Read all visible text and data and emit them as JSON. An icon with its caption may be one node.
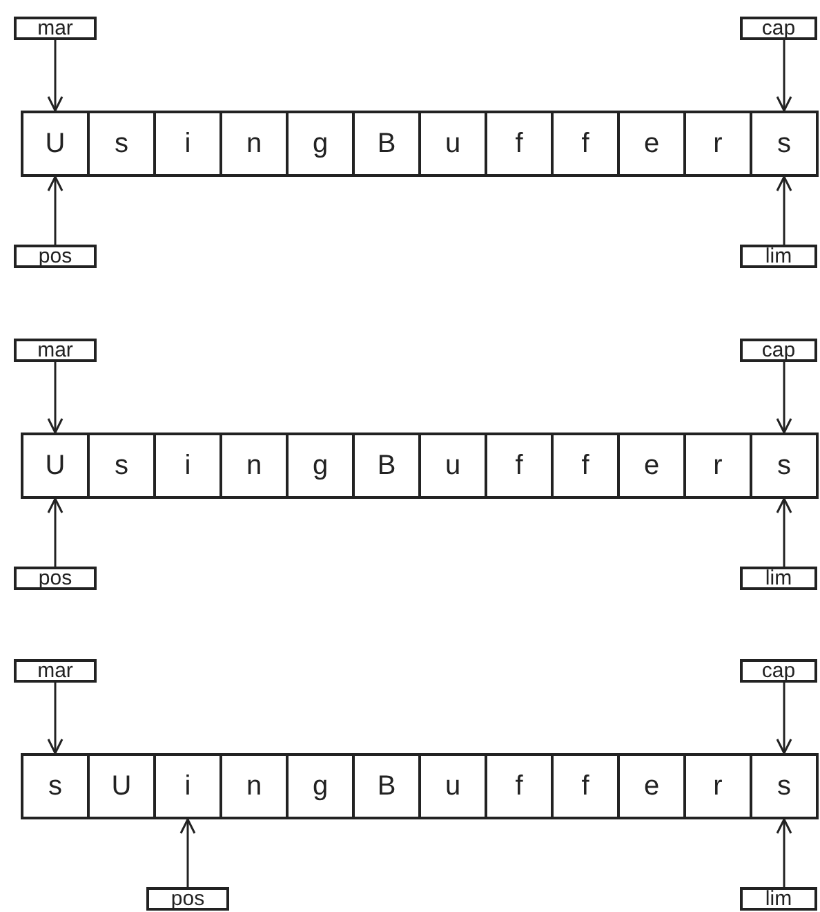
{
  "diagram": {
    "nodes": [
      {
        "text": [
          "mar"
        ]
      },
      {
        "text": [
          "cap"
        ]
      },
      {
        "text": [
          "U"
        ]
      },
      {
        "text": [
          "s"
        ]
      },
      {
        "text": [
          "i"
        ]
      },
      {
        "text": [
          "n"
        ]
      },
      {
        "text": [
          "g"
        ]
      },
      {
        "text": [
          "B"
        ]
      },
      {
        "text": [
          "u"
        ]
      },
      {
        "text": [
          "f"
        ]
      },
      {
        "text": [
          "f"
        ]
      },
      {
        "text": [
          "e"
        ]
      },
      {
        "text": [
          "r"
        ]
      },
      {
        "text": [
          "s"
        ]
      },
      {
        "text": [
          "pos"
        ]
      },
      {
        "text": [
          "lim"
        ]
      },
      {
        "text": [
          "mar"
        ]
      },
      {
        "text": [
          "cap"
        ]
      },
      {
        "text": [
          "U"
        ]
      },
      {
        "text": [
          "s"
        ]
      },
      {
        "text": [
          "i"
        ]
      },
      {
        "text": [
          "n"
        ]
      },
      {
        "text": [
          "g"
        ]
      },
      {
        "text": [
          "B"
        ]
      },
      {
        "text": [
          "u"
        ]
      },
      {
        "text": [
          "f"
        ]
      },
      {
        "text": [
          "f"
        ]
      },
      {
        "text": [
          "e"
        ]
      },
      {
        "text": [
          "r"
        ]
      },
      {
        "text": [
          "s"
        ]
      },
      {
        "text": [
          "pos"
        ]
      },
      {
        "text": [
          "lim"
        ]
      },
      {
        "text": [
          "mar"
        ]
      },
      {
        "text": [
          "cap"
        ]
      },
      {
        "text": [
          "s"
        ]
      },
      {
        "text": [
          "U"
        ]
      },
      {
        "text": [
          "i"
        ]
      },
      {
        "text": [
          "n"
        ]
      },
      {
        "text": [
          "g"
        ]
      },
      {
        "text": [
          "B"
        ]
      },
      {
        "text": [
          "u"
        ]
      },
      {
        "text": [
          "f"
        ]
      },
      {
        "text": [
          "f"
        ]
      },
      {
        "text": [
          "e"
        ]
      },
      {
        "text": [
          "r"
        ]
      },
      {
        "text": [
          "s"
        ]
      },
      {
        "text": [
          "pos"
        ]
      },
      {
        "text": [
          "lim"
        ]
      }
    ],
    "edges": [
      {
        "from": 0,
        "to": 2,
        "arrow": "to"
      },
      {
        "from": 1,
        "to": 13,
        "arrow": "to"
      },
      {
        "from": 14,
        "to": 2,
        "arrow": "to"
      },
      {
        "from": 15,
        "to": 13,
        "arrow": "to"
      },
      {
        "from": 16,
        "to": 18,
        "arrow": "to"
      },
      {
        "from": 17,
        "to": 29,
        "arrow": "to"
      },
      {
        "from": 30,
        "to": 18,
        "arrow": "to"
      },
      {
        "from": 31,
        "to": 29,
        "arrow": "to"
      },
      {
        "from": 32,
        "to": 34,
        "arrow": "to"
      },
      {
        "from": 33,
        "to": 45,
        "arrow": "to"
      },
      {
        "from": 46,
        "to": 36,
        "arrow": "to"
      },
      {
        "from": 47,
        "to": 45,
        "arrow": "to"
      }
    ]
  }
}
